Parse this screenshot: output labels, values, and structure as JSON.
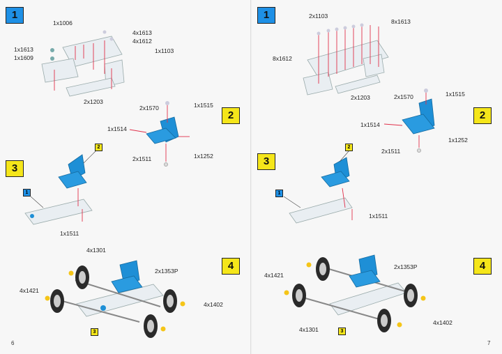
{
  "left_page": {
    "page_number": "6",
    "steps": [
      {
        "number": "1",
        "labels": [
          "1x1006",
          "4x1613",
          "4x1612",
          "1x1103",
          "1x1613",
          "1x1609",
          "2x1203"
        ]
      },
      {
        "number": "2",
        "labels": [
          "2x1570",
          "1x1515",
          "1x1514",
          "2x1511",
          "1x1252"
        ]
      },
      {
        "number": "3",
        "labels": [
          "1x1511"
        ],
        "refs": [
          "2",
          "1"
        ]
      },
      {
        "number": "4",
        "labels": [
          "4x1301",
          "2x1353P",
          "4x1421",
          "4x1402"
        ],
        "refs": [
          "3"
        ]
      }
    ]
  },
  "right_page": {
    "page_number": "7",
    "steps": [
      {
        "number": "1",
        "labels": [
          "2x1103",
          "8x1613",
          "8x1612",
          "2x1203"
        ]
      },
      {
        "number": "2",
        "labels": [
          "2x1570",
          "1x1515",
          "1x1514",
          "1x1252",
          "2x1511"
        ]
      },
      {
        "number": "3",
        "labels": [
          "1x1511"
        ],
        "refs": [
          "2",
          "1"
        ]
      },
      {
        "number": "4",
        "labels": [
          "2x1353P",
          "4x1421",
          "4x1301",
          "4x1402"
        ],
        "refs": [
          "3"
        ]
      }
    ]
  },
  "colors": {
    "step_odd": "#1e90e6",
    "step_even": "#f5e61a",
    "seat": "#1e8fd6",
    "arrow": "#e0304a",
    "tire": "#2a2a2a",
    "bolt": "#f5c518"
  }
}
